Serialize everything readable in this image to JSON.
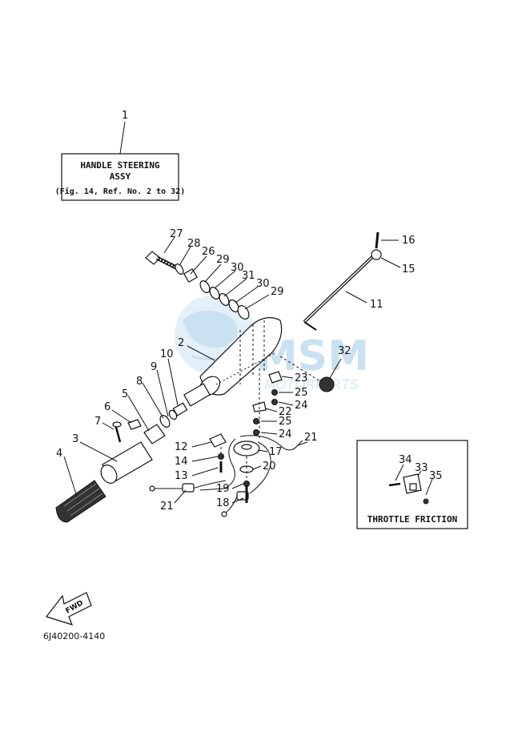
{
  "header_box": {
    "callout": "1",
    "line1": "HANDLE STEERING",
    "line2": "ASSY",
    "line3": "(Fig. 14, Ref. No. 2 to 32)"
  },
  "throttle_box": {
    "label": "THROTTLE FRICTION",
    "callouts": [
      "34",
      "33",
      "35"
    ]
  },
  "callouts": [
    "27",
    "28",
    "26",
    "29",
    "30",
    "31",
    "30",
    "29",
    "16",
    "15",
    "11",
    "2",
    "10",
    "9",
    "8",
    "5",
    "6",
    "7",
    "3",
    "4",
    "32",
    "23",
    "25",
    "24",
    "22",
    "25",
    "24",
    "21",
    "12",
    "14",
    "13",
    "17",
    "20",
    "19",
    "18",
    "21"
  ],
  "fwd_label": "FWD",
  "diagram_code": "6J40200-4140",
  "watermark": {
    "main": "MSM",
    "sub": "MOTORPARTS"
  }
}
